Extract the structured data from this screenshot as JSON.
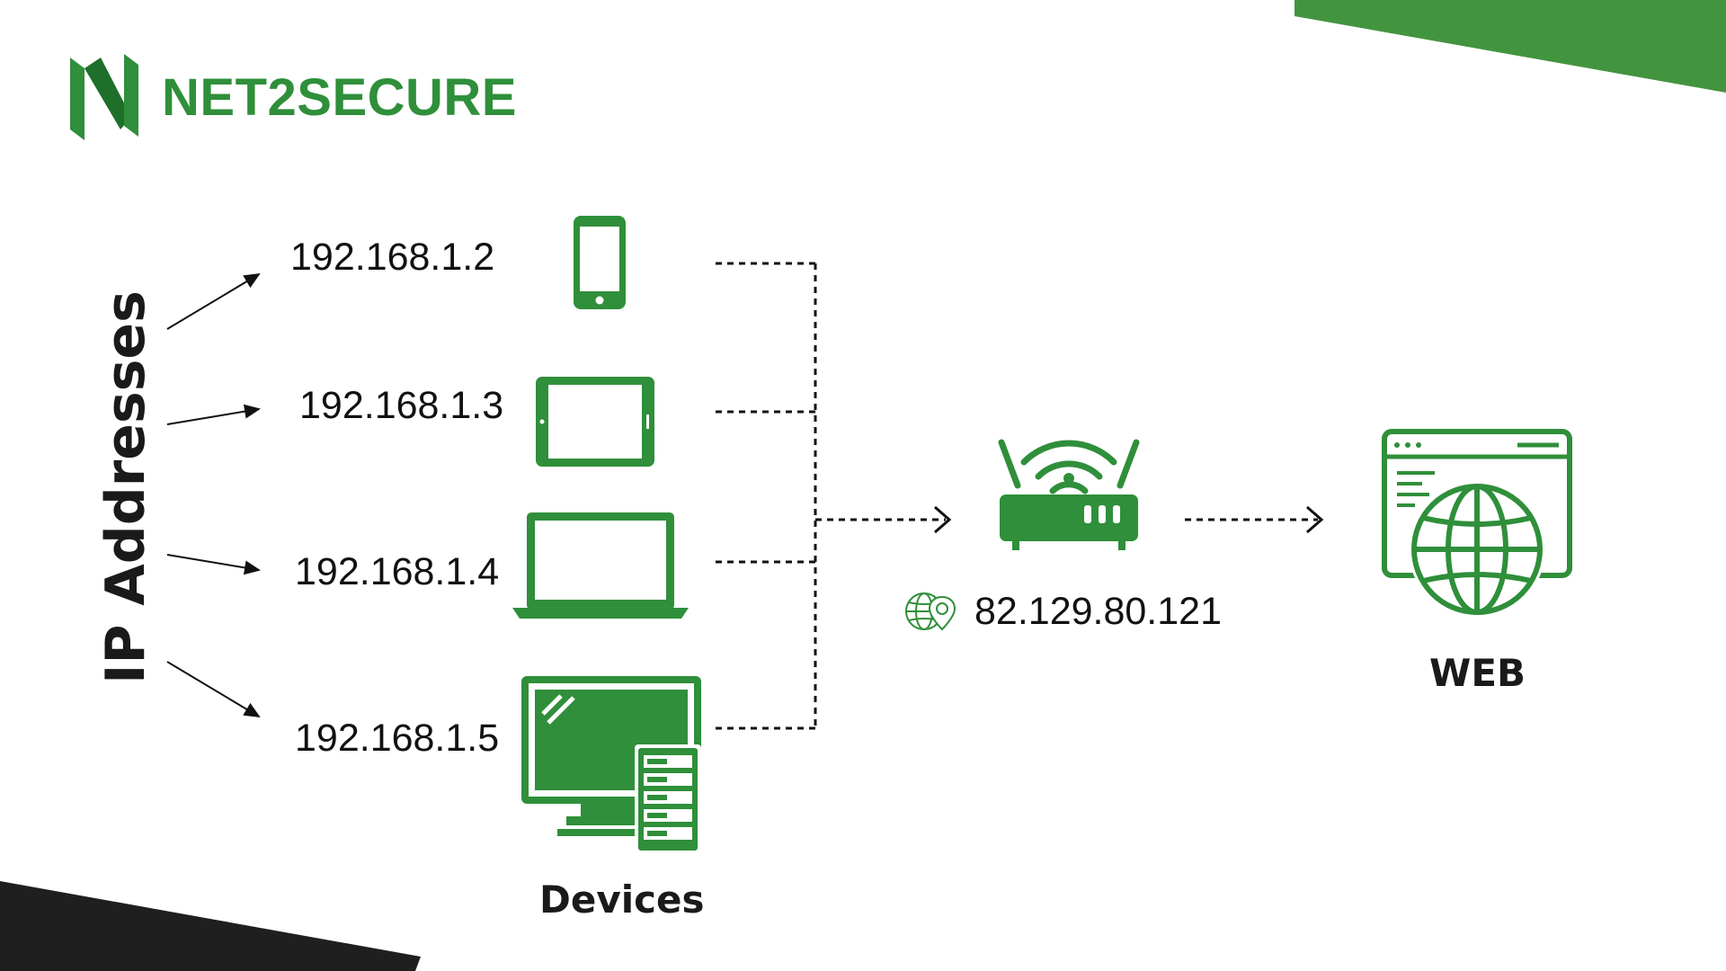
{
  "brand": {
    "name": "NET2SECURE",
    "logo_icon": "n-logo-icon",
    "accent_color": "#2f8f3a"
  },
  "diagram": {
    "vertical_label": "IP Addresses",
    "private_ips": [
      "192.168.1.2",
      "192.168.1.3",
      "192.168.1.4",
      "192.168.1.5"
    ],
    "devices": [
      {
        "icon": "smartphone-icon"
      },
      {
        "icon": "tablet-icon"
      },
      {
        "icon": "laptop-icon"
      },
      {
        "icon": "desktop-icon"
      }
    ],
    "devices_caption": "Devices",
    "router_icon": "wifi-router-icon",
    "public_ip": "82.129.80.121",
    "public_ip_icon": "globe-ip-icon",
    "web_icon": "web-browser-globe-icon",
    "web_caption": "WEB",
    "colors": {
      "green": "#2f8f3a",
      "dark": "#1f1f1f"
    }
  }
}
